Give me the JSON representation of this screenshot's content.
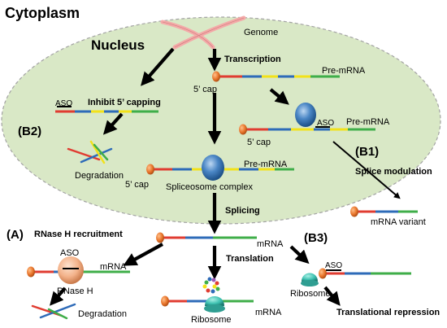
{
  "labels": {
    "cytoplasm": "Cytoplasm",
    "nucleus": "Nucleus",
    "genome": "Genome",
    "transcription": "Transcription",
    "pre_mrna_top": "Pre-mRNA",
    "cap_5_top": "5’ cap",
    "aso_left": "ASO",
    "inhibit_capping": "Inhibit 5’ capping",
    "b2": "(B2)",
    "degradation_b2": "Degradation",
    "aso_right": "ASO",
    "pre_mrna_right": "Pre-mRNA",
    "cap_5_right": "5’ cap",
    "b1": "(B1)",
    "splice_modulation": "Splice modulation",
    "mrna_variant": "mRNA variant",
    "pre_mrna_center": "Pre-mRNA",
    "cap_5_center": "5’ cap",
    "spliceosome_complex": "Spliceosome complex",
    "splicing": "Splicing",
    "a": "(A)",
    "rnase_h_recruitment": "RNase H recruitment",
    "mrna_center": "mRNA",
    "b3": "(B3)",
    "aso_a": "ASO",
    "mrna_a": "mRNA",
    "rnase_h": "RNase H",
    "degradation_a": "Degradation",
    "translation": "Translation",
    "ribosome_center": "Ribosome",
    "mrna_bottom": "mRNA",
    "aso_b3": "ASO",
    "ribosome_b3": "Ribosome",
    "translational_repression": "Translational repression"
  },
  "colors": {
    "nucleus_fill": "#d9e8c6",
    "nucleus_stroke": "#a3a3a3",
    "strand_red": "#e03c31",
    "strand_blue": "#2e6bb8",
    "strand_yellow": "#f2e21a",
    "strand_green": "#3fae49",
    "cap_orange": "#e8742a",
    "spliceosome_blue": "#4a86c5",
    "rnase_peach": "#f3b28a",
    "ribosome_teal": "#3cc0b0",
    "genome_pink": "#f4a9a8"
  }
}
